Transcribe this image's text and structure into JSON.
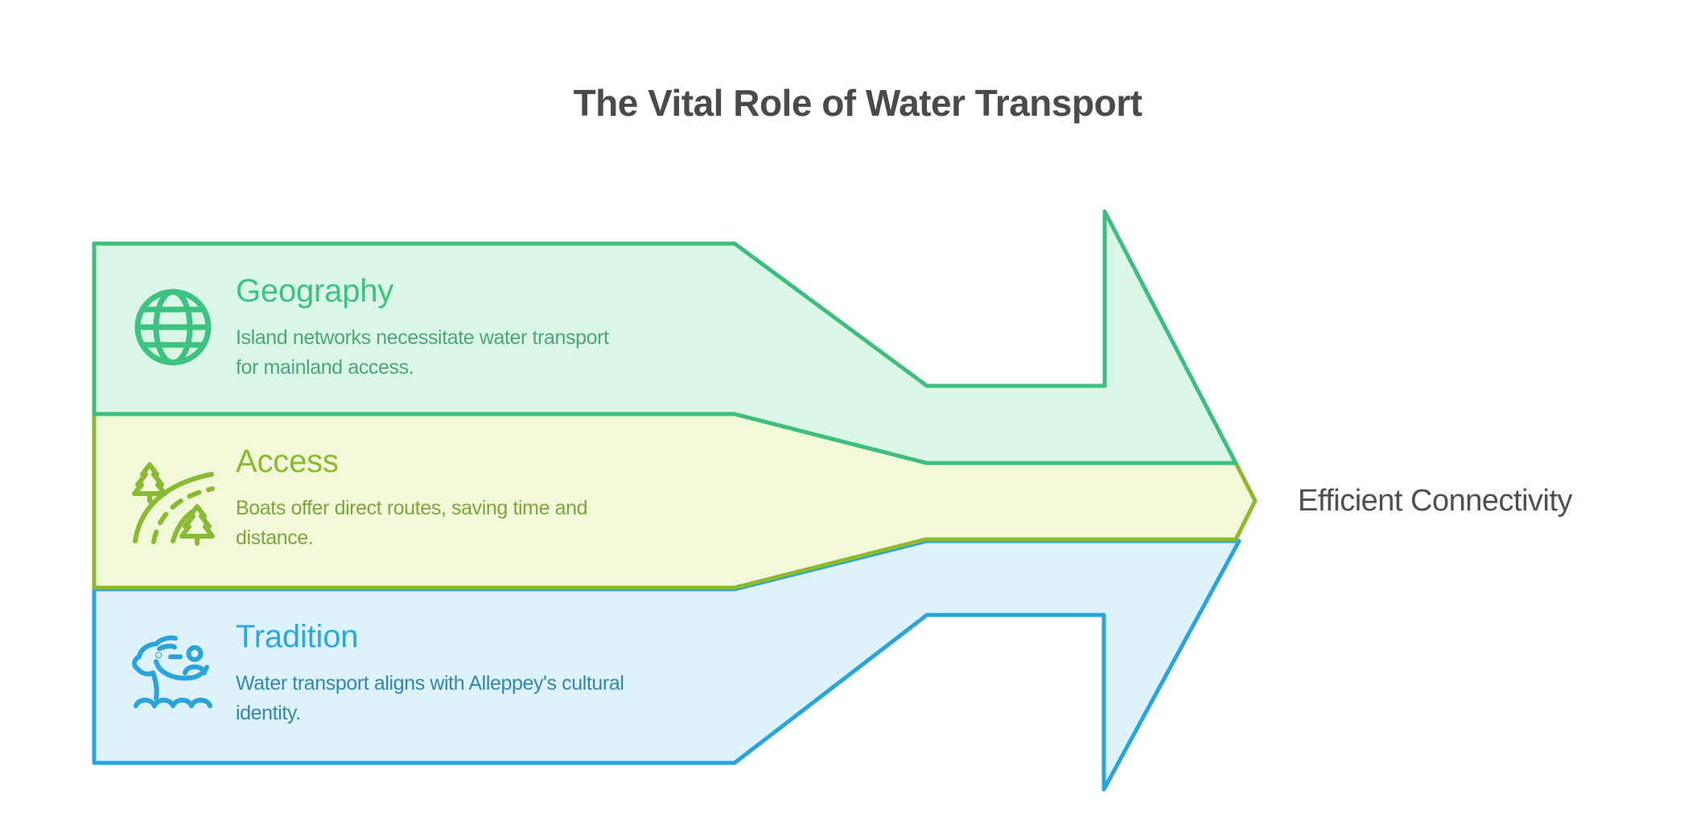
{
  "page": {
    "title": "The Vital Role of Water Transport",
    "result_label": "Efficient Connectivity"
  },
  "bands": [
    {
      "title": "Geography",
      "desc_lines": [
        "Island networks necessitate water transport",
        "for mainland access."
      ],
      "icon": "globe-icon",
      "fill": "#daf6e6",
      "stroke": "#3dbd7e",
      "title_color": "#3ec27f",
      "text_color": "#4da57a"
    },
    {
      "title": "Access",
      "desc_lines": [
        "Boats offer direct routes, saving time and",
        "distance."
      ],
      "icon": "road-with-trees-icon",
      "fill": "#f1f9d8",
      "stroke": "#8cba2d",
      "title_color": "#8aba2d",
      "text_color": "#7ca53f"
    },
    {
      "title": "Tradition",
      "desc_lines": [
        "Water transport aligns with Alleppey's cultural",
        "identity."
      ],
      "icon": "dragon-boat-icon",
      "fill": "#def2fc",
      "stroke": "#29a5dd",
      "title_color": "#2ba8df",
      "text_color": "#3187af"
    }
  ],
  "colors": {
    "title_text": "#4a4a4a",
    "result_text": "#4f4f4f",
    "background": "#ffffff"
  }
}
